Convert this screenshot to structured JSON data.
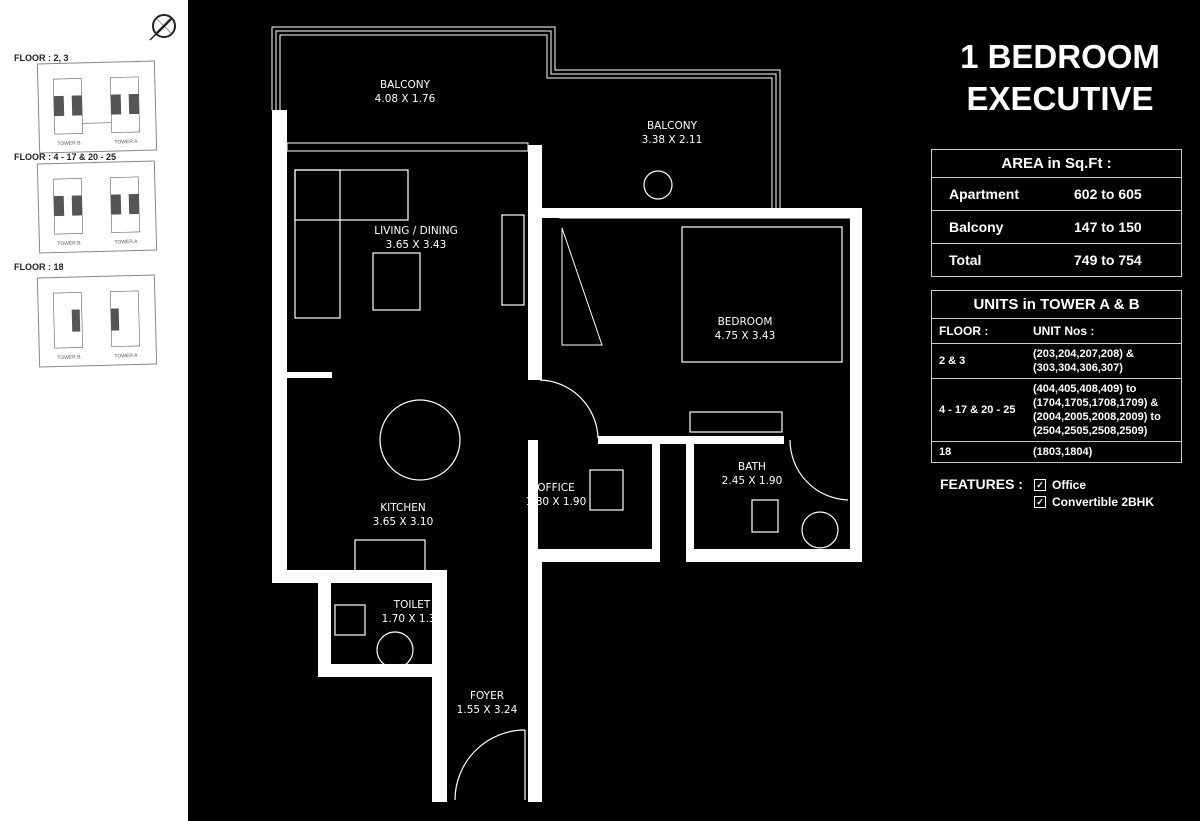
{
  "keyplan": {
    "floors": [
      {
        "label": "FLOOR : 2, 3",
        "towers": [
          "TOWER B",
          "TOWER A"
        ]
      },
      {
        "label": "FLOOR : 4 - 17 & 20 - 25",
        "towers": [
          "TOWER B",
          "TOWER A"
        ]
      },
      {
        "label": "FLOOR : 18",
        "towers": [
          "TOWER B",
          "TOWER A"
        ]
      }
    ]
  },
  "title": {
    "line1": "1 BEDROOM",
    "line2": "EXECUTIVE"
  },
  "area": {
    "heading": "AREA in Sq.Ft :",
    "rows": [
      {
        "label": "Apartment",
        "value": "602 to 605"
      },
      {
        "label": "Balcony",
        "value": "147 to 150"
      },
      {
        "label": "Total",
        "value": "749 to 754"
      }
    ]
  },
  "units": {
    "heading": "UNITS in TOWER A & B",
    "col_floor": "FLOOR :",
    "col_units": "UNIT Nos :",
    "rows": [
      {
        "floor": "2 & 3",
        "units": [
          "(203,204,207,208) &",
          "(303,304,306,307)"
        ]
      },
      {
        "floor": "4 - 17 & 20 - 25",
        "units": [
          "(404,405,408,409) to",
          "(1704,1705,1708,1709) &",
          "(2004,2005,2008,2009) to",
          "(2504,2505,2508,2509)"
        ]
      },
      {
        "floor": "18",
        "units": [
          "(1803,1804)"
        ]
      }
    ]
  },
  "features": {
    "label": "FEATURES :",
    "items": [
      "Office",
      "Convertible 2BHK"
    ]
  },
  "rooms": {
    "balcony1": {
      "name": "BALCONY",
      "size": "4.08 X 1.76"
    },
    "balcony2": {
      "name": "BALCONY",
      "size": "3.38 X 2.11"
    },
    "living": {
      "name": "LIVING / DINING",
      "size": "3.65 X 3.43"
    },
    "bedroom": {
      "name": "BEDROOM",
      "size": "4.75 X 3.43"
    },
    "kitchen": {
      "name": "KITCHEN",
      "size": "3.65 X 3.10"
    },
    "office": {
      "name": "OFFICE",
      "size": "1.80 X 1.90"
    },
    "bath": {
      "name": "BATH",
      "size": "2.45 X 1.90"
    },
    "toilet": {
      "name": "TOILET",
      "size": "1.70 X 1.35"
    },
    "foyer": {
      "name": "FOYER",
      "size": "1.55 X 3.24"
    }
  },
  "icons": {
    "north": "compass-north-icon",
    "checkbox": "checkbox-checked-icon"
  }
}
